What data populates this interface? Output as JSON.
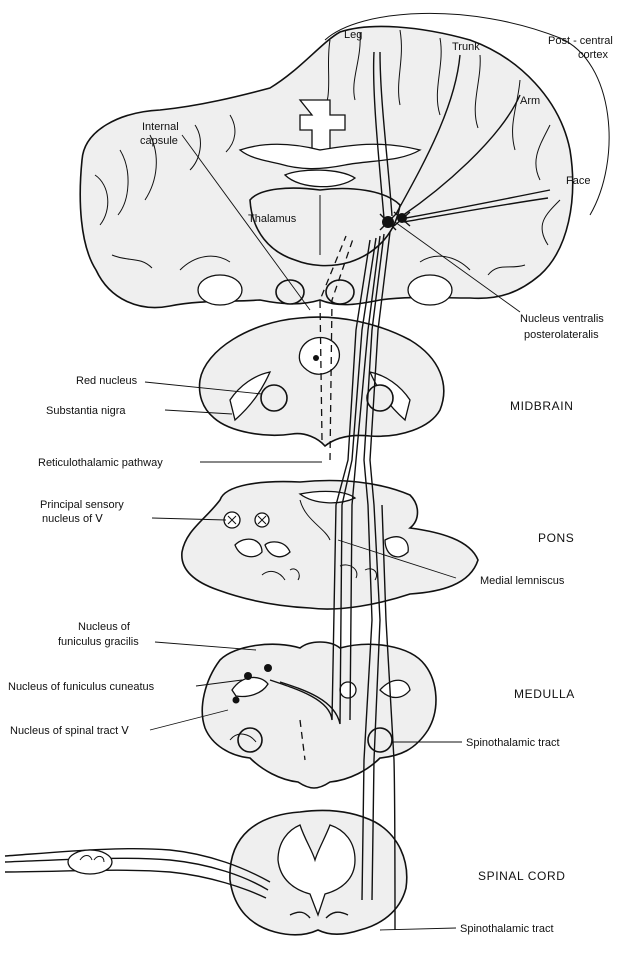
{
  "labels": {
    "leg": "Leg",
    "trunk": "Trunk",
    "post_central_1": "Post - central",
    "post_central_2": "cortex",
    "arm": "Arm",
    "face": "Face",
    "internal_capsule_1": "Internal",
    "internal_capsule_2": "capsule",
    "thalamus": "Thalamus",
    "nvpl_1": "Nucleus ventralis",
    "nvpl_2": "posterolateralis",
    "red_nucleus": "Red nucleus",
    "substantia_nigra": "Substantia nigra",
    "reticulothalamic": "Reticulothalamic pathway",
    "principal_sensory_1": "Principal sensory",
    "principal_sensory_2": "nucleus of Ⅴ",
    "medial_lemniscus": "Medial lemniscus",
    "gracilis_1": "Nucleus of",
    "gracilis_2": "funiculus gracilis",
    "cuneatus": "Nucleus of funiculus cuneatus",
    "spinal_tract_v": "Nucleus of spinal tract Ⅴ",
    "spinothalamic_medulla": "Spinothalamic tract",
    "spinothalamic_cord": "Spinothalamic tract"
  },
  "regions": {
    "midbrain": "MIDBRAIN",
    "pons": "PONS",
    "medulla": "MEDULLA",
    "spinal_cord": "SPINAL CORD"
  }
}
